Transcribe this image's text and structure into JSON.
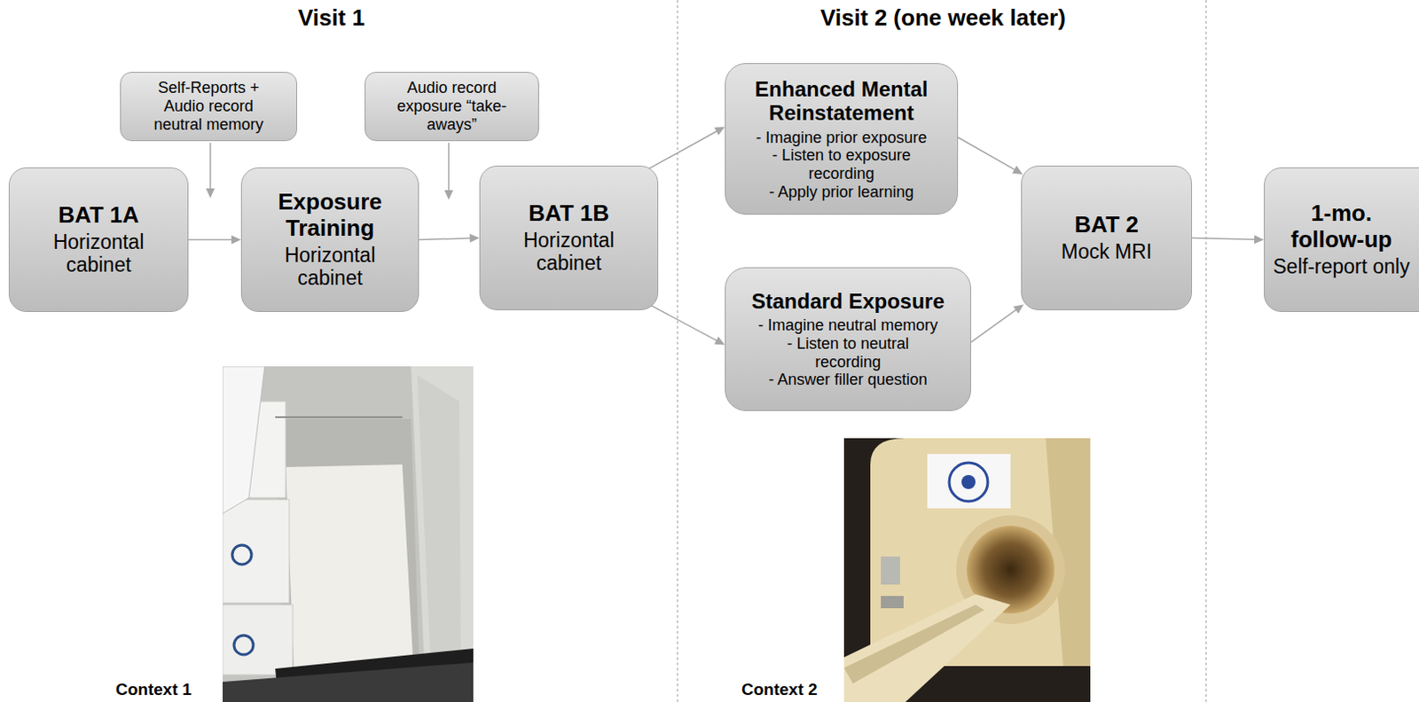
{
  "diagram": {
    "nodes": [
      {
        "text": [
          "BAT 1A",
          "Horizontal cabinet"
        ]
      },
      {
        "text": [
          "Self-Reports + Audio record neutral memory"
        ]
      },
      {
        "text": [
          "Exposure Training",
          "Horizontal cabinet"
        ]
      },
      {
        "text": [
          "Audio record exposure “take-aways”"
        ]
      },
      {
        "text": [
          "BAT 1B",
          "Horizontal cabinet"
        ]
      },
      {
        "text": [
          "Enhanced Mental Reinstatement",
          "- Imagine prior exposure",
          "- Listen to exposure recording",
          "- Apply prior learning"
        ]
      },
      {
        "text": [
          "Standard Exposure",
          "- Imagine neutral memory",
          "- Listen to neutral recording",
          "- Answer filler question"
        ]
      },
      {
        "text": [
          "BAT 2",
          "Mock MRI"
        ]
      },
      {
        "text": [
          "1-mo. follow-up",
          "Self-report only"
        ]
      }
    ],
    "edges": [
      {
        "from": 0,
        "to": 2,
        "arrow": "to"
      },
      {
        "from": 2,
        "to": 4,
        "arrow": "to"
      },
      {
        "from": 4,
        "to": 5,
        "arrow": "to"
      },
      {
        "from": 4,
        "to": 6,
        "arrow": "to"
      },
      {
        "from": 5,
        "to": 7,
        "arrow": "to"
      },
      {
        "from": 6,
        "to": 7,
        "arrow": "to"
      },
      {
        "from": 7,
        "to": 8,
        "arrow": "to"
      }
    ],
    "labels": [
      "Visit 1",
      "Visit 2 (one week later)",
      "Context 1",
      "Context 2"
    ]
  }
}
